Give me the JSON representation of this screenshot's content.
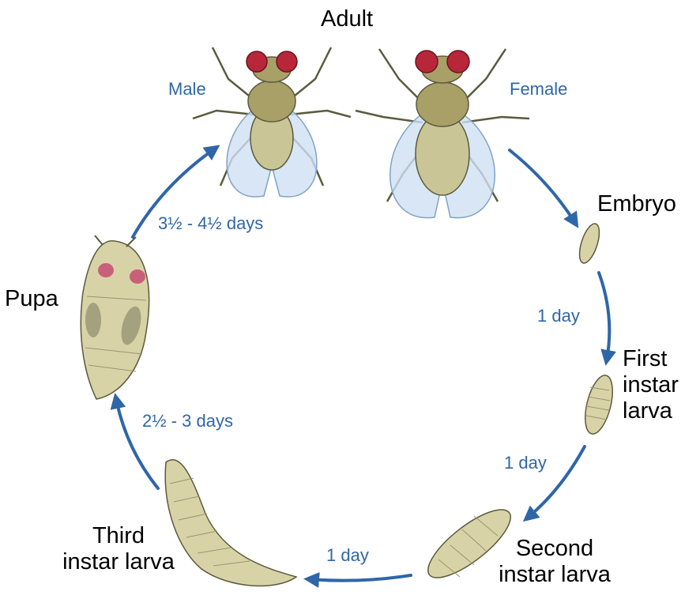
{
  "colors": {
    "arrow": "#2f66a8",
    "body": "#d8d3a6",
    "body_dark": "#b9b27e",
    "eye": "#b8263a",
    "wing": "#cfe0f2",
    "outline": "#5a5a3e"
  },
  "stages": {
    "adult": "Adult",
    "male": "Male",
    "female": "Female",
    "embryo": "Embryo",
    "first_instar": [
      "First",
      "instar",
      "larva"
    ],
    "second_instar": [
      "Second",
      "instar larva"
    ],
    "third_instar": [
      "Third",
      "instar larva"
    ],
    "pupa": "Pupa"
  },
  "durations": {
    "embryo_to_first": "1 day",
    "first_to_second": "1 day",
    "second_to_third": "1 day",
    "third_to_pupa": "2½ - 3 days",
    "pupa_to_adult": "3½ - 4½ days"
  }
}
